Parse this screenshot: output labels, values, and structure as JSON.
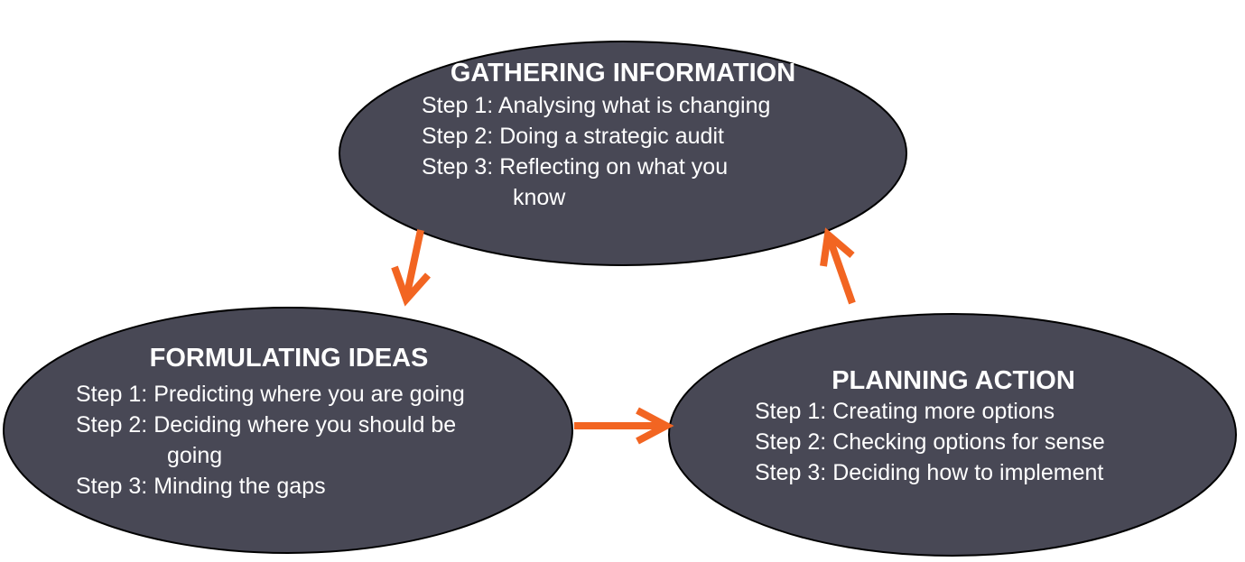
{
  "nodes": {
    "gathering": {
      "title": "GATHERING INFORMATION",
      "steps": [
        {
          "label": "Step 1:",
          "text": "Analysing what is changing",
          "cont": ""
        },
        {
          "label": "Step 2:",
          "text": "Doing a strategic audit",
          "cont": ""
        },
        {
          "label": "Step 3:",
          "text": "Reflecting on what you",
          "cont": "know"
        }
      ]
    },
    "formulating": {
      "title": "FORMULATING IDEAS",
      "steps": [
        {
          "label": "Step 1:",
          "text": "Predicting where you are going",
          "cont": ""
        },
        {
          "label": "Step 2:",
          "text": "Deciding where you should be",
          "cont": "going"
        },
        {
          "label": "Step 3:",
          "text": "Minding the gaps",
          "cont": ""
        }
      ]
    },
    "planning": {
      "title": "PLANNING ACTION",
      "steps": [
        {
          "label": "Step 1:",
          "text": "Creating more options",
          "cont": ""
        },
        {
          "label": "Step 2:",
          "text": "Checking options for sense",
          "cont": ""
        },
        {
          "label": "Step 3:",
          "text": "Deciding how to implement",
          "cont": ""
        }
      ]
    }
  },
  "colors": {
    "ellipse_fill": "#484855",
    "ellipse_stroke": "#000000",
    "arrow": "#f26522",
    "text": "#ffffff"
  }
}
